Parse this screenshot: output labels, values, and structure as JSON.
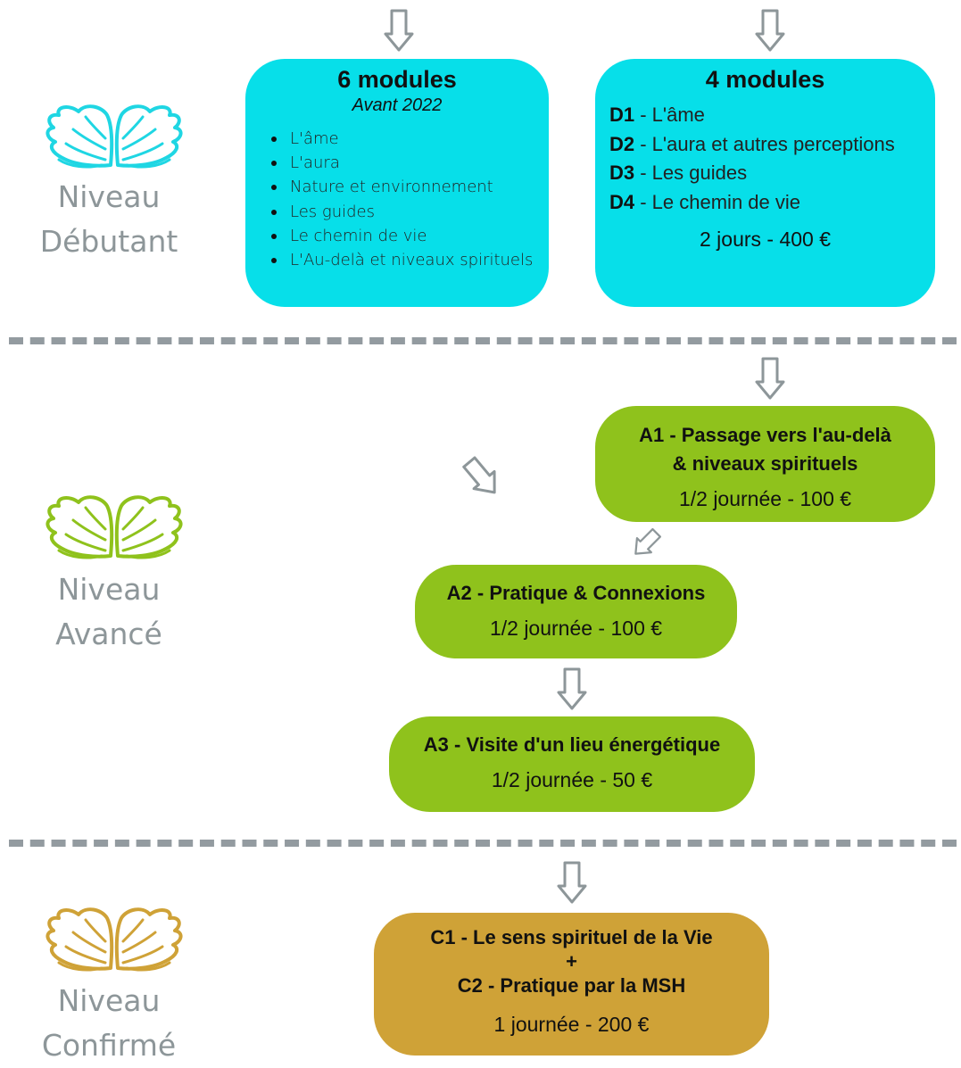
{
  "levels": {
    "debutant": {
      "line1": "Niveau",
      "line2": "Débutant",
      "wing_color": "#1fd6e3"
    },
    "avance": {
      "line1": "Niveau",
      "line2": "Avancé",
      "wing_color": "#8fc21c"
    },
    "confirme": {
      "line1": "Niveau",
      "line2": "Confirmé",
      "wing_color": "#cfa237"
    }
  },
  "old_program": {
    "title": "6 modules",
    "subtitle": "Avant 2022",
    "modules": [
      "L'âme",
      "L'aura",
      "Nature et environnement",
      "Les guides",
      "Le chemin de vie",
      "L'Au-delà et niveaux spirituels"
    ]
  },
  "new_program": {
    "title": "4 modules",
    "modules": [
      {
        "code": "D1",
        "label": " - L'âme"
      },
      {
        "code": "D2",
        "label": " - L'aura et autres perceptions"
      },
      {
        "code": "D3",
        "label": " - Les guides"
      },
      {
        "code": "D4",
        "label": " - Le chemin de vie"
      }
    ],
    "price": "2 jours - 400 €"
  },
  "advanced": {
    "a1": {
      "title_line1": "A1 - Passage vers l'au-delà",
      "title_line2": "& niveaux spirituels",
      "price": "1/2 journée - 100 €"
    },
    "a2": {
      "title": "A2 - Pratique & Connexions",
      "price": "1/2 journée - 100 €"
    },
    "a3": {
      "title": "A3 - Visite d'un lieu énergétique",
      "price": "1/2 journée - 50 €"
    }
  },
  "confirmed": {
    "c1": "C1 - Le sens spirituel de la Vie",
    "plus": "+",
    "c2": "C2 - Pratique par la MSH",
    "price": "1 journée - 200 €"
  },
  "colors": {
    "cyan": "#07dfe9",
    "green": "#8fc21c",
    "gold": "#cfa237",
    "separator": "#939ba0",
    "label_gray": "#8d9699"
  }
}
